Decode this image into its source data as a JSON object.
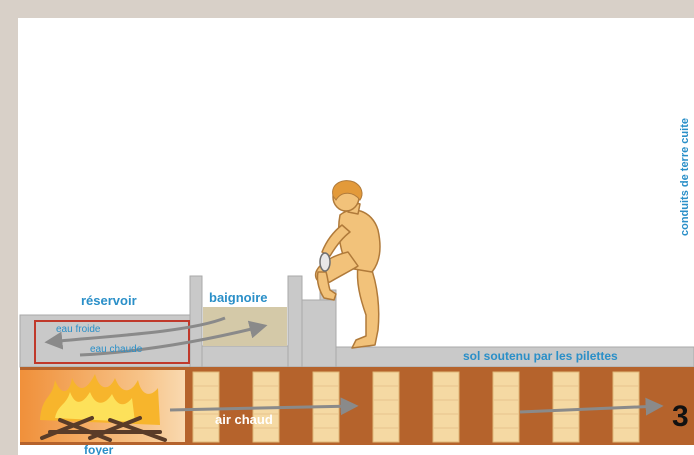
{
  "labels": {
    "reservoir": "réservoir",
    "eau_froide": "eau froide",
    "eau_chaude": "eau chaude",
    "baignoire": "baignoire",
    "sol": "sol soutenu par les pilettes",
    "air_chaud": "air chaud",
    "foyer": "foyer",
    "conduits": "conduits de terre cuite",
    "step_number": "3"
  },
  "colors": {
    "frame": "#d8d0c8",
    "panel": "#ffffff",
    "stone": "#c9c9c9",
    "label_blue": "#2a8fc8",
    "water": "#d4c9a8",
    "brick": "#b5632c",
    "pilette": "#f5d9a3",
    "fire": "#f29a2e",
    "reservoir_border": "#c0392b"
  }
}
